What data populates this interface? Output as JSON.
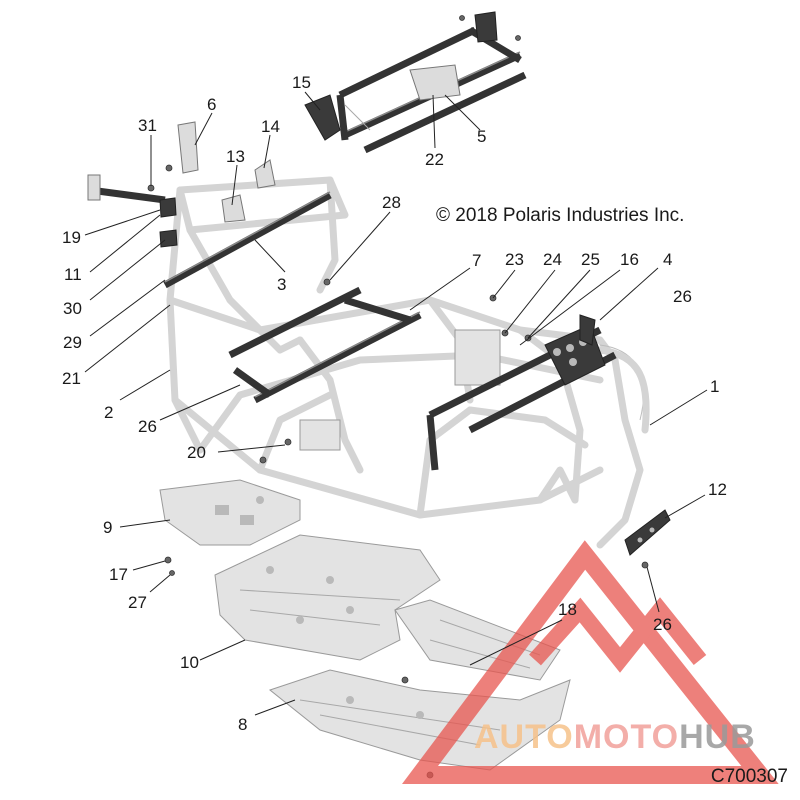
{
  "copyright": "© 2018 Polaris Industries Inc.",
  "diagram_code": "C700307",
  "watermark": {
    "part_a": "AUTO",
    "part_b": "MOTO",
    "part_c": "HUB",
    "colors": {
      "logo_red": "#e8564f",
      "text_orange": "#f5b46b",
      "text_gray": "#8f8f8f"
    }
  },
  "callouts": [
    {
      "id": "c1",
      "label": "1"
    },
    {
      "id": "c2",
      "label": "2"
    },
    {
      "id": "c3",
      "label": "3"
    },
    {
      "id": "c4",
      "label": "4"
    },
    {
      "id": "c5",
      "label": "5"
    },
    {
      "id": "c6",
      "label": "6"
    },
    {
      "id": "c7",
      "label": "7"
    },
    {
      "id": "c8",
      "label": "8"
    },
    {
      "id": "c9",
      "label": "9"
    },
    {
      "id": "c10",
      "label": "10"
    },
    {
      "id": "c11",
      "label": "11"
    },
    {
      "id": "c12",
      "label": "12"
    },
    {
      "id": "c13",
      "label": "13"
    },
    {
      "id": "c14",
      "label": "14"
    },
    {
      "id": "c15",
      "label": "15"
    },
    {
      "id": "c16",
      "label": "16"
    },
    {
      "id": "c17",
      "label": "17"
    },
    {
      "id": "c18",
      "label": "18"
    },
    {
      "id": "c19",
      "label": "19"
    },
    {
      "id": "c20",
      "label": "20"
    },
    {
      "id": "c21",
      "label": "21"
    },
    {
      "id": "c22",
      "label": "22"
    },
    {
      "id": "c23",
      "label": "23"
    },
    {
      "id": "c24",
      "label": "24"
    },
    {
      "id": "c25",
      "label": "25"
    },
    {
      "id": "c26a",
      "label": "26"
    },
    {
      "id": "c26b",
      "label": "26"
    },
    {
      "id": "c26c",
      "label": "26"
    },
    {
      "id": "c27",
      "label": "27"
    },
    {
      "id": "c28",
      "label": "28"
    },
    {
      "id": "c29",
      "label": "29"
    },
    {
      "id": "c30",
      "label": "30"
    },
    {
      "id": "c31",
      "label": "31"
    }
  ]
}
